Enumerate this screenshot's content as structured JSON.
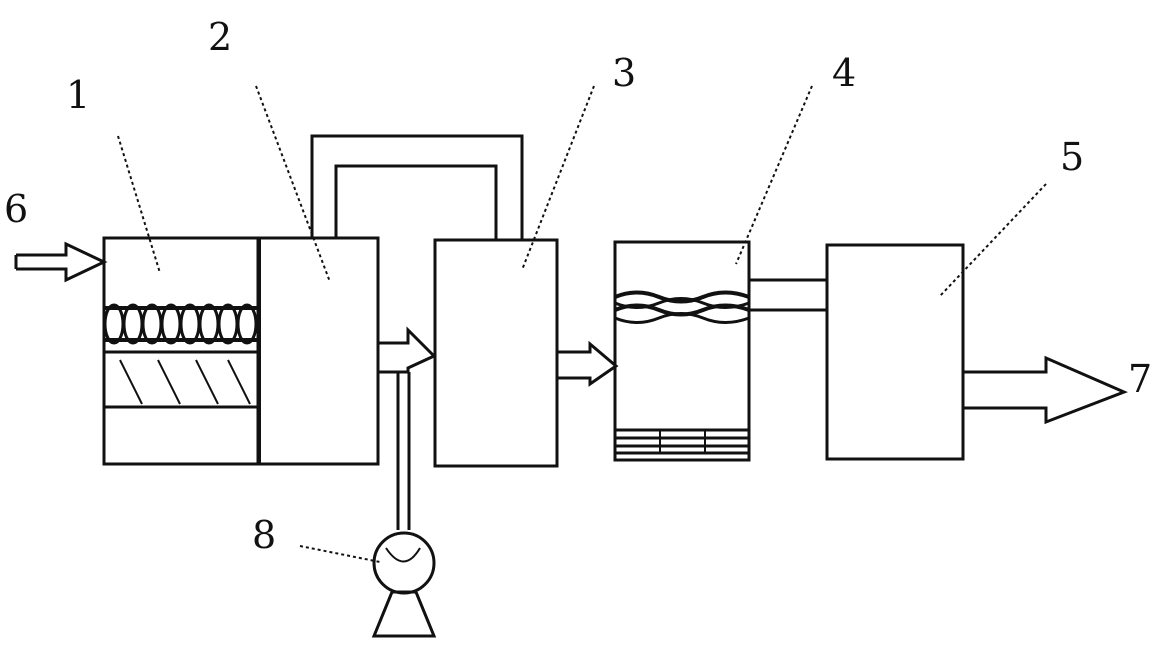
{
  "labels": {
    "unit_1": "1",
    "unit_2": "2",
    "unit_3": "3",
    "unit_4": "4",
    "unit_5": "5",
    "inlet": "6",
    "outlet": "7",
    "pump": "8"
  }
}
